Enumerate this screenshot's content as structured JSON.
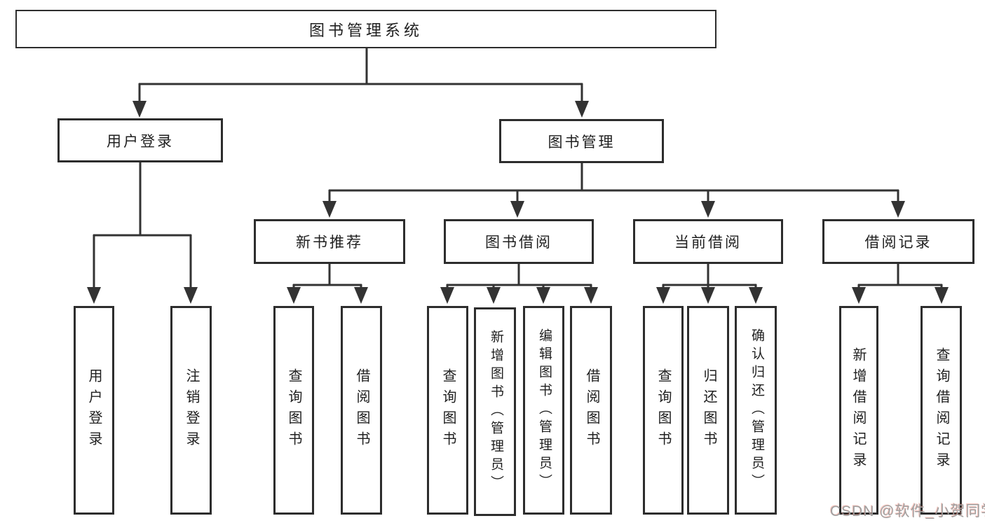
{
  "nodes": {
    "root": "图书管理系统",
    "l2_user_login": "用户登录",
    "l2_book_mgmt": "图书管理",
    "l3_new_book": "新书推荐",
    "l3_book_borrow": "图书借阅",
    "l3_current_borrow": "当前借阅",
    "l3_borrow_record": "借阅记录",
    "leaf_user_login": "用户登录",
    "leaf_logout": "注销登录",
    "leaf_nb_query": "查询图书",
    "leaf_nb_borrow": "借阅图书",
    "leaf_bb_query": "查询图书",
    "leaf_bb_add": "新增图书（管理员）",
    "leaf_bb_edit": "编辑图书（管理员）",
    "leaf_bb_borrow": "借阅图书",
    "leaf_cb_query": "查询图书",
    "leaf_cb_return": "归还图书",
    "leaf_cb_confirm": "确认归还（管理员）",
    "leaf_br_add": "新增借阅记录",
    "leaf_br_query": "查询借阅记录"
  },
  "watermark": {
    "text": "CSDN @软件_小贺同学"
  },
  "colors": {
    "line": "#333333",
    "box_border": "#2d2d2d",
    "text": "#1f1f1f",
    "watermark": "#a0a0a0",
    "background": "#ffffff"
  }
}
